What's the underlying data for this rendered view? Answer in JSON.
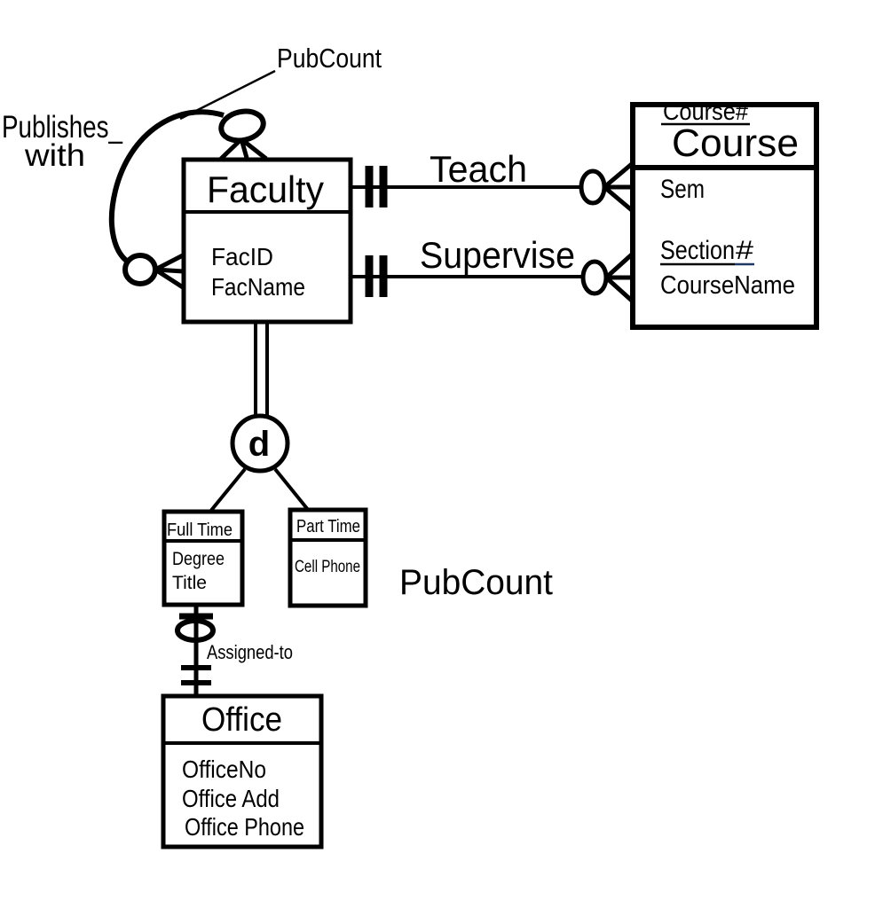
{
  "colors": {
    "ink": "#000000",
    "hash_blue": "#1f3864",
    "bg": "#ffffff"
  },
  "labels": {
    "pubcount_attr": "PubCount",
    "publishes_line1": "Publishes_",
    "publishes_line2": "with",
    "teach": "Teach",
    "supervise": "Supervise",
    "disjoint": "d",
    "pubcount_note": "PubCount",
    "assigned_to": "Assigned-to"
  },
  "entities": {
    "faculty": {
      "name": "Faculty",
      "attr1": "FacID",
      "attr2": "FacName"
    },
    "course": {
      "key": "Course#",
      "name": "Course",
      "attr_sem": "Sem",
      "attr_section": "Section",
      "attr_section_hash": "#",
      "attr_coursename": "CourseName"
    },
    "full_time": {
      "name": "Full Time",
      "attr1": "Degree",
      "attr2": "Title"
    },
    "part_time": {
      "name": "Part Time",
      "attr1": "Cell Phone"
    },
    "office": {
      "name": "Office",
      "attr1": "OfficeNo",
      "attr2": "Office Add",
      "attr3": "Office Phone"
    }
  }
}
